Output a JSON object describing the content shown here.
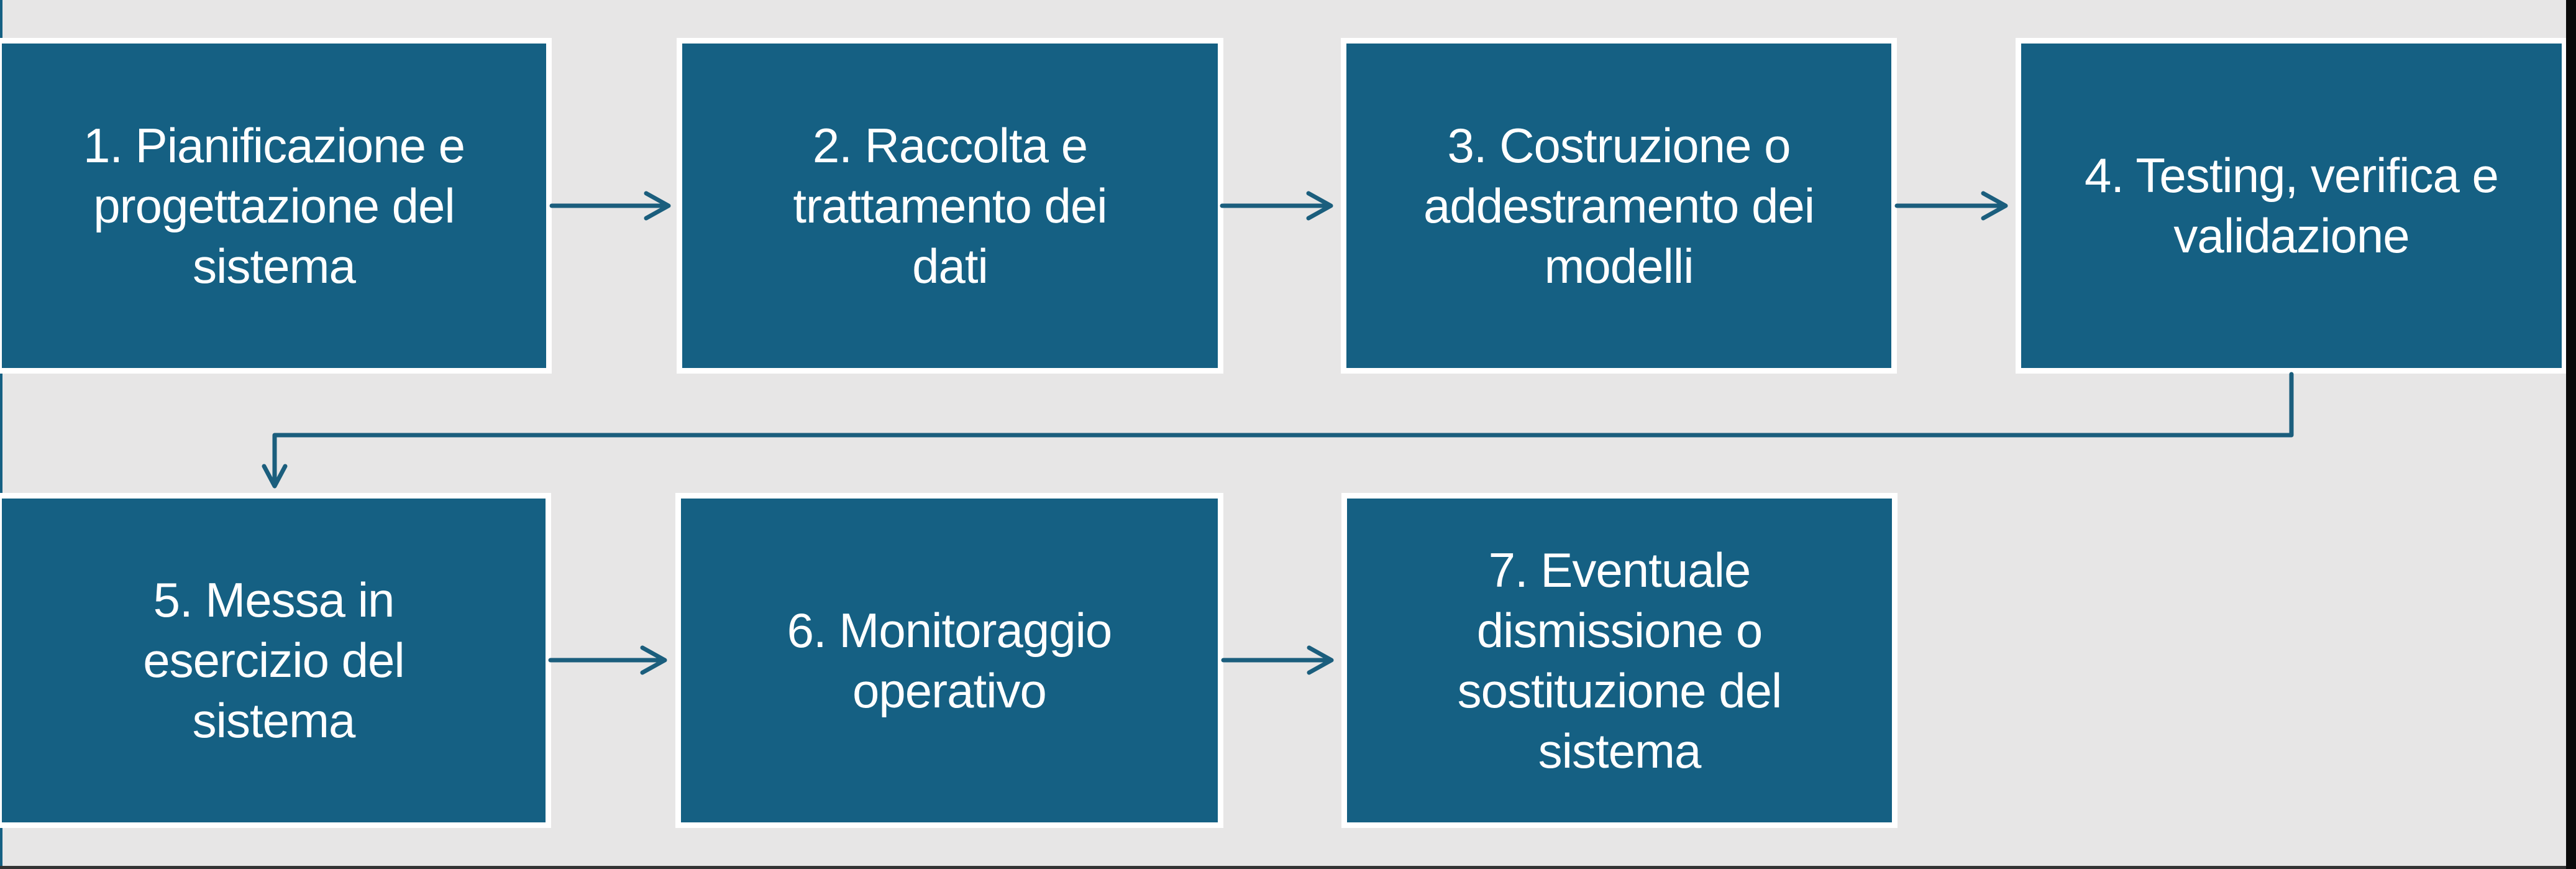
{
  "flowchart": {
    "title": "",
    "colors": {
      "background": "#E7E6E6",
      "box_fill": "#156083",
      "box_border": "#FFFFFF",
      "text": "#FFFFFF",
      "arrow": "#1B5E7D",
      "right_edge_bar": "#0A0A0A",
      "bottom_edge_strip": "#333333"
    },
    "steps": [
      {
        "id": 1,
        "label": "1. Pianificazione e\nprogettazione del\nsistema"
      },
      {
        "id": 2,
        "label": "2. Raccolta e\ntrattamento dei\ndati"
      },
      {
        "id": 3,
        "label": "3. Costruzione o\naddestramento dei\nmodelli"
      },
      {
        "id": 4,
        "label": "4. Testing, verifica e\nvalidazione"
      },
      {
        "id": 5,
        "label": "5. Messa in\nesercizio del\nsistema"
      },
      {
        "id": 6,
        "label": "6. Monitoraggio\noperativo"
      },
      {
        "id": 7,
        "label": "7. Eventuale\ndismissione o\nsostituzione del\nsistema"
      }
    ],
    "connections": [
      {
        "from": 1,
        "to": 2,
        "type": "straight-arrow"
      },
      {
        "from": 2,
        "to": 3,
        "type": "straight-arrow"
      },
      {
        "from": 3,
        "to": 4,
        "type": "straight-arrow"
      },
      {
        "from": 4,
        "to": 5,
        "type": "elbow-arrow"
      },
      {
        "from": 5,
        "to": 6,
        "type": "straight-arrow"
      },
      {
        "from": 6,
        "to": 7,
        "type": "straight-arrow"
      }
    ]
  }
}
